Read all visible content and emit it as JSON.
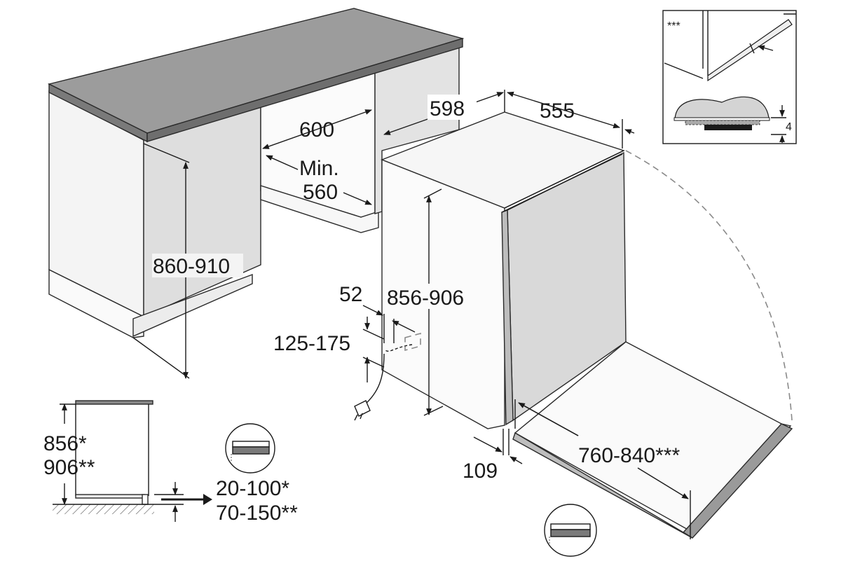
{
  "labels": {
    "cabinet_width": "600",
    "min_depth_a": "Min.",
    "min_depth_b": "560",
    "cabinet_height": "860-910",
    "appliance_width": "598",
    "appliance_depth": "555",
    "appliance_height": "856-906",
    "socket_offset": "52",
    "socket_height": "125-175",
    "plinth_gap": "109",
    "door_swing": "760-840***",
    "side_height_a": "856*",
    "side_height_b": "906**",
    "feet_range_a": "20-100*",
    "feet_range_b": "70-150**",
    "inset_marker": "***",
    "inset_dimension": "4"
  },
  "colors": {
    "countertop_top": "#9c9c9c",
    "countertop_edge": "#6e6e6e",
    "panel_light": "#f2f2f2",
    "panel_mid": "#e6e6e6",
    "panel_dark": "#d6d6d6",
    "door_front": "#d9d9d9",
    "line": "#1a1a1a"
  },
  "icons": {
    "power_plug": "plug-icon",
    "arrow": "arrow-icon",
    "hinge_detail": "door-edge-detail-icon"
  }
}
